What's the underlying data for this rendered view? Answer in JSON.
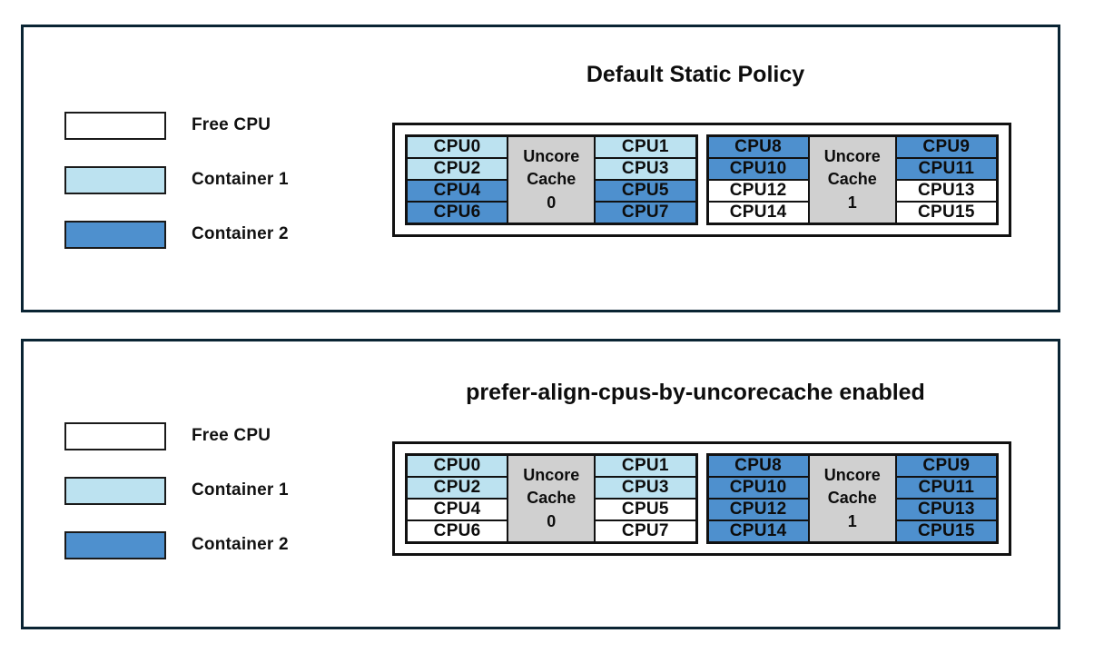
{
  "colors": {
    "free": "#ffffff",
    "container1": "#bce2f0",
    "container2": "#4e90ce",
    "cache": "#d0d0d0",
    "panel_border": "#0a2433",
    "box_border": "#111111"
  },
  "panels": [
    {
      "title": "Default Static Policy",
      "legend": [
        {
          "label": "Free CPU",
          "key": "free"
        },
        {
          "label": "Container 1",
          "key": "container1"
        },
        {
          "label": "Container 2",
          "key": "container2"
        }
      ],
      "groups": [
        {
          "cache_line1": "Uncore",
          "cache_line2": "Cache",
          "cache_index": "0",
          "left_column": [
            {
              "label": "CPU0",
              "state": "container1"
            },
            {
              "label": "CPU2",
              "state": "container1"
            },
            {
              "label": "CPU4",
              "state": "container2"
            },
            {
              "label": "CPU6",
              "state": "container2"
            }
          ],
          "right_column": [
            {
              "label": "CPU1",
              "state": "container1"
            },
            {
              "label": "CPU3",
              "state": "container1"
            },
            {
              "label": "CPU5",
              "state": "container2"
            },
            {
              "label": "CPU7",
              "state": "container2"
            }
          ]
        },
        {
          "cache_line1": "Uncore",
          "cache_line2": "Cache",
          "cache_index": "1",
          "left_column": [
            {
              "label": "CPU8",
              "state": "container2"
            },
            {
              "label": "CPU10",
              "state": "container2"
            },
            {
              "label": "CPU12",
              "state": "free"
            },
            {
              "label": "CPU14",
              "state": "free"
            }
          ],
          "right_column": [
            {
              "label": "CPU9",
              "state": "container2"
            },
            {
              "label": "CPU11",
              "state": "container2"
            },
            {
              "label": "CPU13",
              "state": "free"
            },
            {
              "label": "CPU15",
              "state": "free"
            }
          ]
        }
      ]
    },
    {
      "title": "prefer-align-cpus-by-uncorecache enabled",
      "legend": [
        {
          "label": "Free CPU",
          "key": "free"
        },
        {
          "label": "Container 1",
          "key": "container1"
        },
        {
          "label": "Container 2",
          "key": "container2"
        }
      ],
      "groups": [
        {
          "cache_line1": "Uncore",
          "cache_line2": "Cache",
          "cache_index": "0",
          "left_column": [
            {
              "label": "CPU0",
              "state": "container1"
            },
            {
              "label": "CPU2",
              "state": "container1"
            },
            {
              "label": "CPU4",
              "state": "free"
            },
            {
              "label": "CPU6",
              "state": "free"
            }
          ],
          "right_column": [
            {
              "label": "CPU1",
              "state": "container1"
            },
            {
              "label": "CPU3",
              "state": "container1"
            },
            {
              "label": "CPU5",
              "state": "free"
            },
            {
              "label": "CPU7",
              "state": "free"
            }
          ]
        },
        {
          "cache_line1": "Uncore",
          "cache_line2": "Cache",
          "cache_index": "1",
          "left_column": [
            {
              "label": "CPU8",
              "state": "container2"
            },
            {
              "label": "CPU10",
              "state": "container2"
            },
            {
              "label": "CPU12",
              "state": "container2"
            },
            {
              "label": "CPU14",
              "state": "container2"
            }
          ],
          "right_column": [
            {
              "label": "CPU9",
              "state": "container2"
            },
            {
              "label": "CPU11",
              "state": "container2"
            },
            {
              "label": "CPU13",
              "state": "container2"
            },
            {
              "label": "CPU15",
              "state": "container2"
            }
          ]
        }
      ]
    }
  ]
}
